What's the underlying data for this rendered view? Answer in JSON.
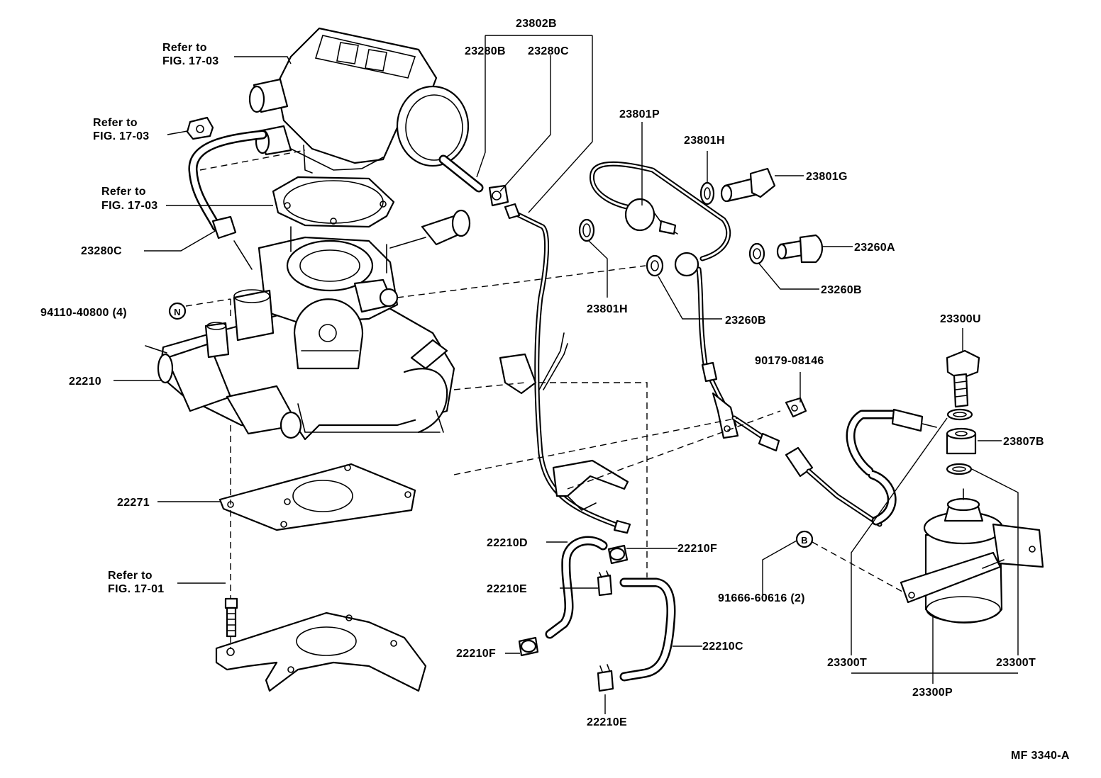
{
  "diagram": {
    "code": "MF 3340-A",
    "labels": {
      "refer_top": [
        "Refer to",
        "FIG. 17-03"
      ],
      "refer_mid": [
        "Refer to",
        "FIG. 17-03"
      ],
      "refer_gasket": [
        "Refer to",
        "FIG. 17-03"
      ],
      "refer_stud": [
        "Refer to",
        "FIG. 17-01"
      ],
      "p23802B": "23802B",
      "p23280B": "23280B",
      "p23280C_top": "23280C",
      "p23280C_left": "23280C",
      "p23801P": "23801P",
      "p23801H_top": "23801H",
      "p23801H_mid": "23801H",
      "p23801G": "23801G",
      "p23260A": "23260A",
      "p23260B_right": "23260B",
      "p23260B_mid": "23260B",
      "p94110": "94110-40800 (4)",
      "symbol_N": "N",
      "p22210": "22210",
      "p22271": "22271",
      "p90179": "90179-08146",
      "p23300U": "23300U",
      "p23807B": "23807B",
      "p22210D": "22210D",
      "p22210F_right": "22210F",
      "p22210E_top": "22210E",
      "p22210F_left": "22210F",
      "p22210C": "22210C",
      "p22210E_bottom": "22210E",
      "p91666": "91666-60616 (2)",
      "symbol_B": "B",
      "p23300T_left": "23300T",
      "p23300T_right": "23300T",
      "p23300P": "23300P"
    }
  }
}
